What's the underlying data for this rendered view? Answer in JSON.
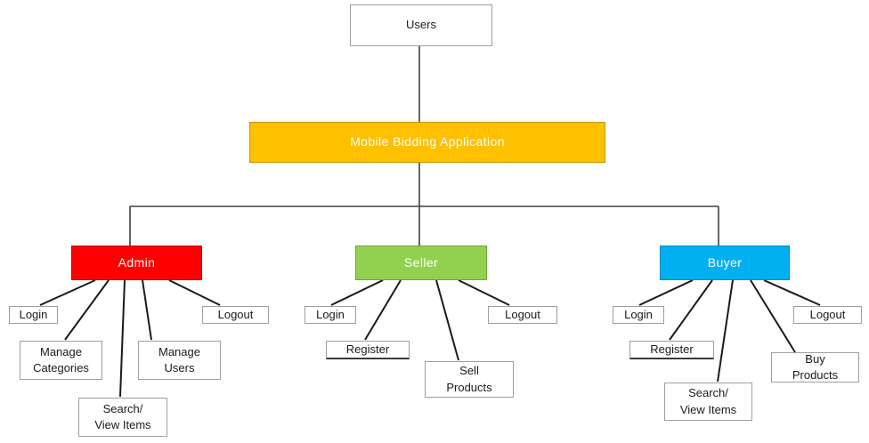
{
  "nodes": {
    "users": {
      "label": "Users"
    },
    "app": {
      "label": "Mobile Bidding Application",
      "color": "#FFC000"
    },
    "admin": {
      "label": "Admin",
      "color": "#FF0000"
    },
    "seller": {
      "label": "Seller",
      "color": "#92D050"
    },
    "buyer": {
      "label": "Buyer",
      "color": "#00B0F0"
    },
    "admin_login": {
      "label": "Login"
    },
    "admin_manage_categories": {
      "label": "Manage\nCategories"
    },
    "admin_manage_users": {
      "label": "Manage\nUsers"
    },
    "admin_search_view_items": {
      "label": "Search/\nView Items"
    },
    "admin_logout": {
      "label": "Logout"
    },
    "seller_login": {
      "label": "Login"
    },
    "seller_register": {
      "label": "Register"
    },
    "seller_sell_products": {
      "label": "Sell\nProducts"
    },
    "seller_logout": {
      "label": "Logout"
    },
    "buyer_login": {
      "label": "Login"
    },
    "buyer_register": {
      "label": "Register"
    },
    "buyer_search_view_items": {
      "label": "Search/\nView Items"
    },
    "buyer_buy_products": {
      "label": "Buy\nProducts"
    },
    "buyer_logout": {
      "label": "Logout"
    }
  },
  "hierarchy": {
    "root": "Users",
    "edges": [
      [
        "Users",
        "Mobile Bidding Application"
      ],
      [
        "Mobile Bidding Application",
        "Admin"
      ],
      [
        "Mobile Bidding Application",
        "Seller"
      ],
      [
        "Mobile Bidding Application",
        "Buyer"
      ],
      [
        "Admin",
        "Login"
      ],
      [
        "Admin",
        "Manage Categories"
      ],
      [
        "Admin",
        "Search/View Items"
      ],
      [
        "Admin",
        "Manage Users"
      ],
      [
        "Admin",
        "Logout"
      ],
      [
        "Seller",
        "Login"
      ],
      [
        "Seller",
        "Register"
      ],
      [
        "Seller",
        "Sell Products"
      ],
      [
        "Seller",
        "Logout"
      ],
      [
        "Buyer",
        "Login"
      ],
      [
        "Buyer",
        "Register"
      ],
      [
        "Buyer",
        "Search/View Items"
      ],
      [
        "Buyer",
        "Buy Products"
      ],
      [
        "Buyer",
        "Logout"
      ]
    ]
  },
  "colors": {
    "app_box": "#FFC000",
    "admin_box": "#FF0000",
    "seller_box": "#92D050",
    "buyer_box": "#00B0F0",
    "line": "#1a1a1a",
    "plain_box_border": "#9e9e9e"
  }
}
